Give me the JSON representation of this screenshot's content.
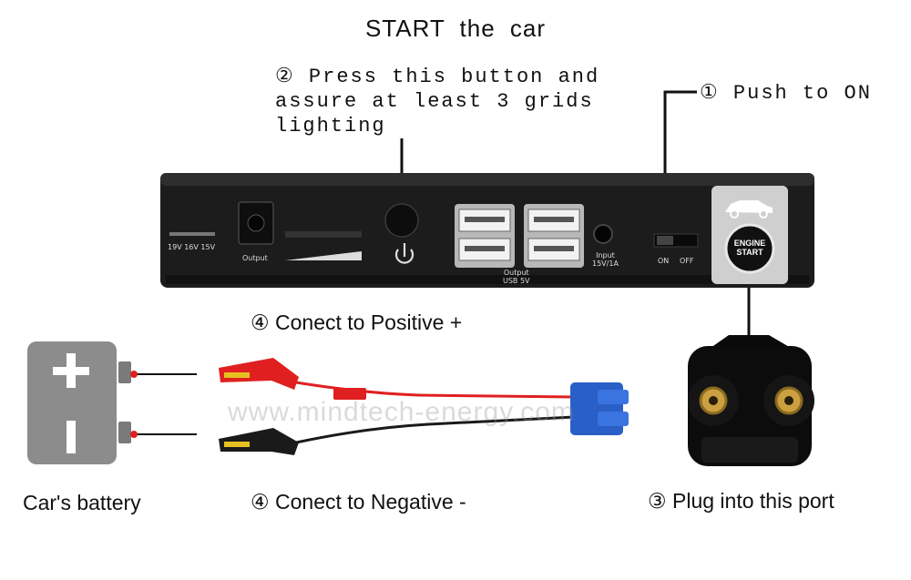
{
  "title": "START the car",
  "steps": {
    "press_button": "② Press this button and\nassure at least 3 grids\nlighting",
    "push_on": "① Push to ON",
    "positive": "④ Conect to Positive +",
    "negative": "④ Conect to Negative -",
    "plug_port": "③ Plug into this port",
    "battery": "Car's battery"
  },
  "device": {
    "voltage_labels": "19V 16V 15V",
    "output_label": "Output",
    "usb_label": "Output\nUSB 5V",
    "input_label": "Input\n15V/1A",
    "switch_on": "ON",
    "switch_off": "OFF",
    "engine_start": "ENGINE\nSTART"
  },
  "battery_symbols": {
    "positive": "+",
    "negative": "I"
  },
  "watermark": "www.mindtech-energy.com",
  "colors": {
    "clamp_red": "#e02020",
    "clamp_black": "#1a1a1a",
    "connector_blue": "#2a5fc8",
    "battery_grey": "#8c8c8c",
    "device_body": "#1c1c1c"
  }
}
